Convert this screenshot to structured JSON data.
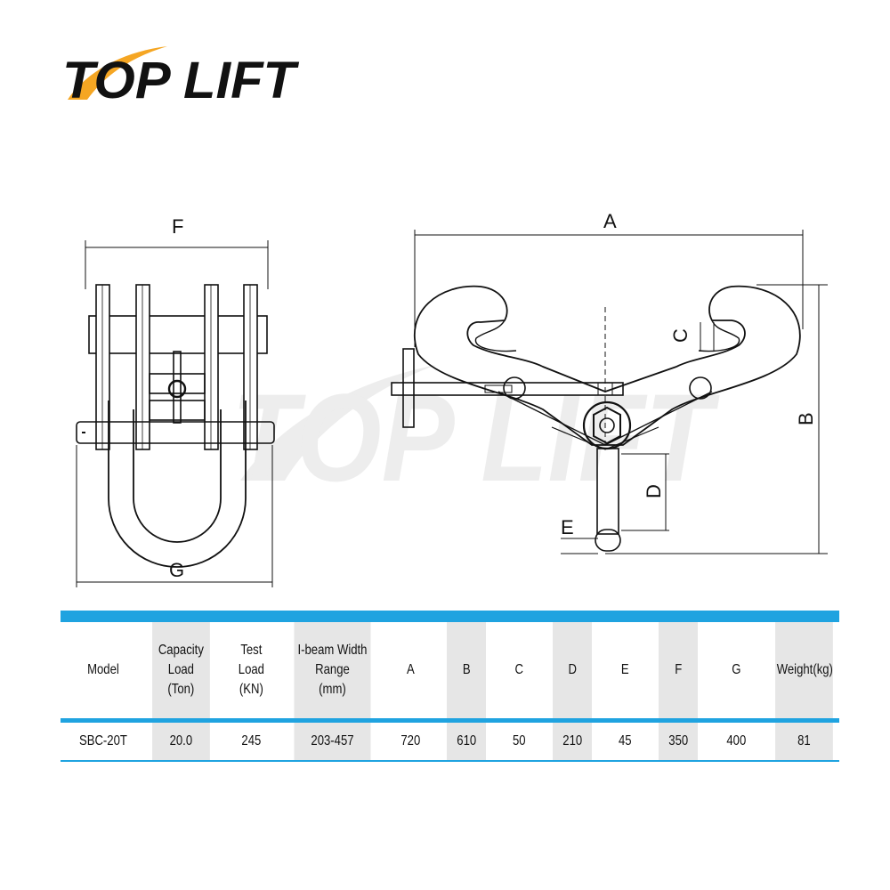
{
  "brand": {
    "logo_text": "TOP LIFT",
    "logo_color": "#111111",
    "swoosh_color": "#f5a623",
    "watermark_text": "TOP LIFT"
  },
  "diagram": {
    "front_view": {
      "top_dim": "F",
      "bottom_dim": "G"
    },
    "side_view": {
      "width_dim": "A",
      "height_dim": "B",
      "opening_dim": "C",
      "shank_dim": "D",
      "eye_dim": "E"
    }
  },
  "table": {
    "accent_color": "#1fa3e0",
    "shade_color": "#e6e6e6",
    "headers": [
      "Model",
      "Capacity\nLoad\n(Ton)",
      "Test\nLoad\n(KN)",
      "I-beam Width\nRange\n(mm)",
      "A",
      "B",
      "C",
      "D",
      "E",
      "F",
      "G",
      "Weight(kg)"
    ],
    "rows": [
      [
        "SBC-20T",
        "20.0",
        "245",
        "203-457",
        "720",
        "610",
        "50",
        "210",
        "45",
        "350",
        "400",
        "81"
      ]
    ]
  }
}
